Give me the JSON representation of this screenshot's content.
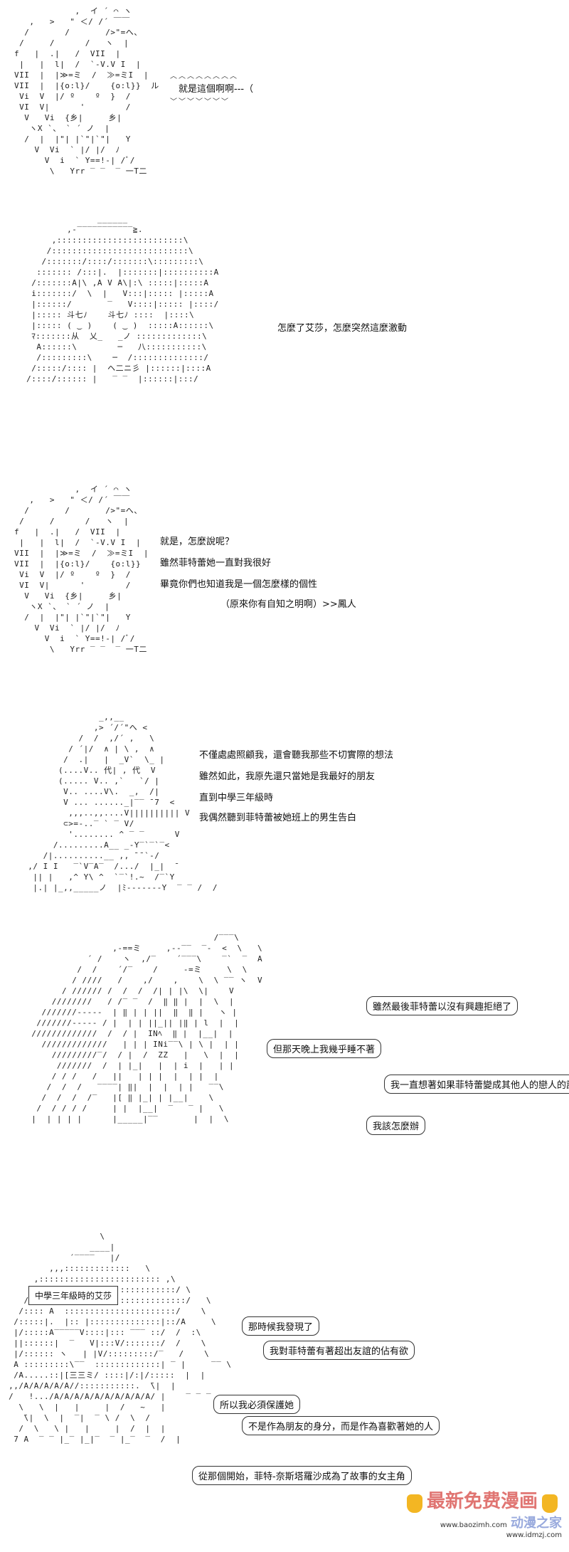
{
  "panel1": {
    "shout": "就是這個啊啊---（"
  },
  "panel2": {
    "line1": "怎麼了艾莎，怎麼突然這麼激動"
  },
  "panel3": {
    "line1": "就是，怎麼說呢？",
    "line2": "雖然菲特蕾她一直對我很好",
    "line3": "畢竟你們也知道我是一個怎麼樣的個性",
    "line4": "（原來你有自知之明啊）>>鳳人"
  },
  "panel4": {
    "line1": "不僅處處照顧我，還會聽我那些不切實際的想法",
    "line2": "雖然如此，我原先還只當她是我最好的朋友",
    "line3": "直到中學三年級時",
    "line4": "我偶然聽到菲特蕾被她班上的男生告白"
  },
  "panel5": {
    "bubble1": "雖然最後菲特蕾以沒有興趣拒絕了",
    "bubble2": "但那天晚上我幾乎睡不著",
    "bubble3": "我一直想著如果菲特蕾變成其他人的戀人的話",
    "bubble4": "我該怎麼辦"
  },
  "panel6": {
    "caption": "中學三年級時的艾莎",
    "bubble1": "那時候我發現了",
    "bubble2": "我對菲特蕾有著超出友誼的佔有欲",
    "bubble3": "所以我必須保護她",
    "bubble4": "不是作為朋友的身分，而是作為喜歡著她的人",
    "bubble5": "從那個開始，菲特-奈斯塔羅沙成為了故事的女主角"
  },
  "watermark": {
    "line1": "最新免费漫画",
    "line2": "www.baozimh.com",
    "line3": "动漫之家",
    "url": "www.idmzj.com"
  }
}
